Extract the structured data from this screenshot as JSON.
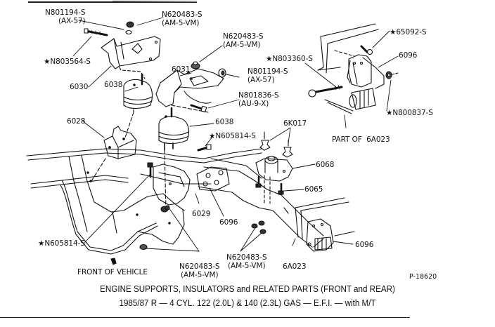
{
  "diagram": {
    "drawing_number": "P-18620",
    "caption": {
      "line1": "ENGINE SUPPORTS, INSULATORS and RELATED PARTS (FRONT and REAR)",
      "line2": "1985/87 R — 4 CYL. 122 (2.0L) & 140 (2.3L) GAS — E.F.I. — with M/T"
    },
    "orientation_label": "FRONT OF VEHICLE",
    "legend_symbol": "★",
    "callouts": [
      {
        "id": "n801194-top",
        "part": "N801194-S",
        "spec": "(AX-57)",
        "starred": false
      },
      {
        "id": "n620483-top",
        "part": "N620483-S",
        "spec": "(AM-5-VM)",
        "starred": false
      },
      {
        "id": "n803564",
        "part": "N803564-S",
        "spec": "",
        "starred": true
      },
      {
        "id": "n620483-mid",
        "part": "N620483-S",
        "spec": "(AM-5-VM)",
        "starred": false
      },
      {
        "id": "p6031",
        "part": "6031",
        "spec": "",
        "starred": false
      },
      {
        "id": "n801194-mid",
        "part": "N801194-S",
        "spec": "(AX-57)",
        "starred": false
      },
      {
        "id": "p6030",
        "part": "6030",
        "spec": "",
        "starred": false
      },
      {
        "id": "p6038-left",
        "part": "6038",
        "spec": "",
        "starred": false
      },
      {
        "id": "n801836",
        "part": "N801836-S",
        "spec": "(AU-9-X)",
        "starred": false
      },
      {
        "id": "p6038-right",
        "part": "6038",
        "spec": "",
        "starred": false
      },
      {
        "id": "p6028",
        "part": "6028",
        "spec": "",
        "starred": false
      },
      {
        "id": "n605814-top",
        "part": "N605814-S",
        "spec": "",
        "starred": true
      },
      {
        "id": "p6k017",
        "part": "6K017",
        "spec": "",
        "starred": false
      },
      {
        "id": "p6068",
        "part": "6068",
        "spec": "",
        "starred": false
      },
      {
        "id": "p6065",
        "part": "6065",
        "spec": "",
        "starred": false
      },
      {
        "id": "p6029",
        "part": "6029",
        "spec": "",
        "starred": false
      },
      {
        "id": "p6096-mid",
        "part": "6096",
        "spec": "",
        "starred": false
      },
      {
        "id": "n605814-left",
        "part": "N605814-S",
        "spec": "",
        "starred": true
      },
      {
        "id": "n620483-bottom-right",
        "part": "N620483-S",
        "spec": "(AM-5-VM)",
        "starred": false
      },
      {
        "id": "n620483-bottom-left",
        "part": "N620483-S",
        "spec": "(AM-5-VM)",
        "starred": false
      },
      {
        "id": "p6a023",
        "part": "6A023",
        "spec": "",
        "starred": false
      },
      {
        "id": "p6096-right",
        "part": "6096",
        "spec": "",
        "starred": false
      },
      {
        "id": "n65092",
        "part": "65092-S",
        "spec": "",
        "starred": true
      },
      {
        "id": "n803360",
        "part": "N803360-S",
        "spec": "",
        "starred": true
      },
      {
        "id": "p6096-top",
        "part": "6096",
        "spec": "",
        "starred": false
      },
      {
        "id": "n800837",
        "part": "N800837-S",
        "spec": "",
        "starred": true
      },
      {
        "id": "part-of-6a023",
        "part": "PART OF  6A023",
        "spec": "",
        "starred": false
      }
    ]
  }
}
